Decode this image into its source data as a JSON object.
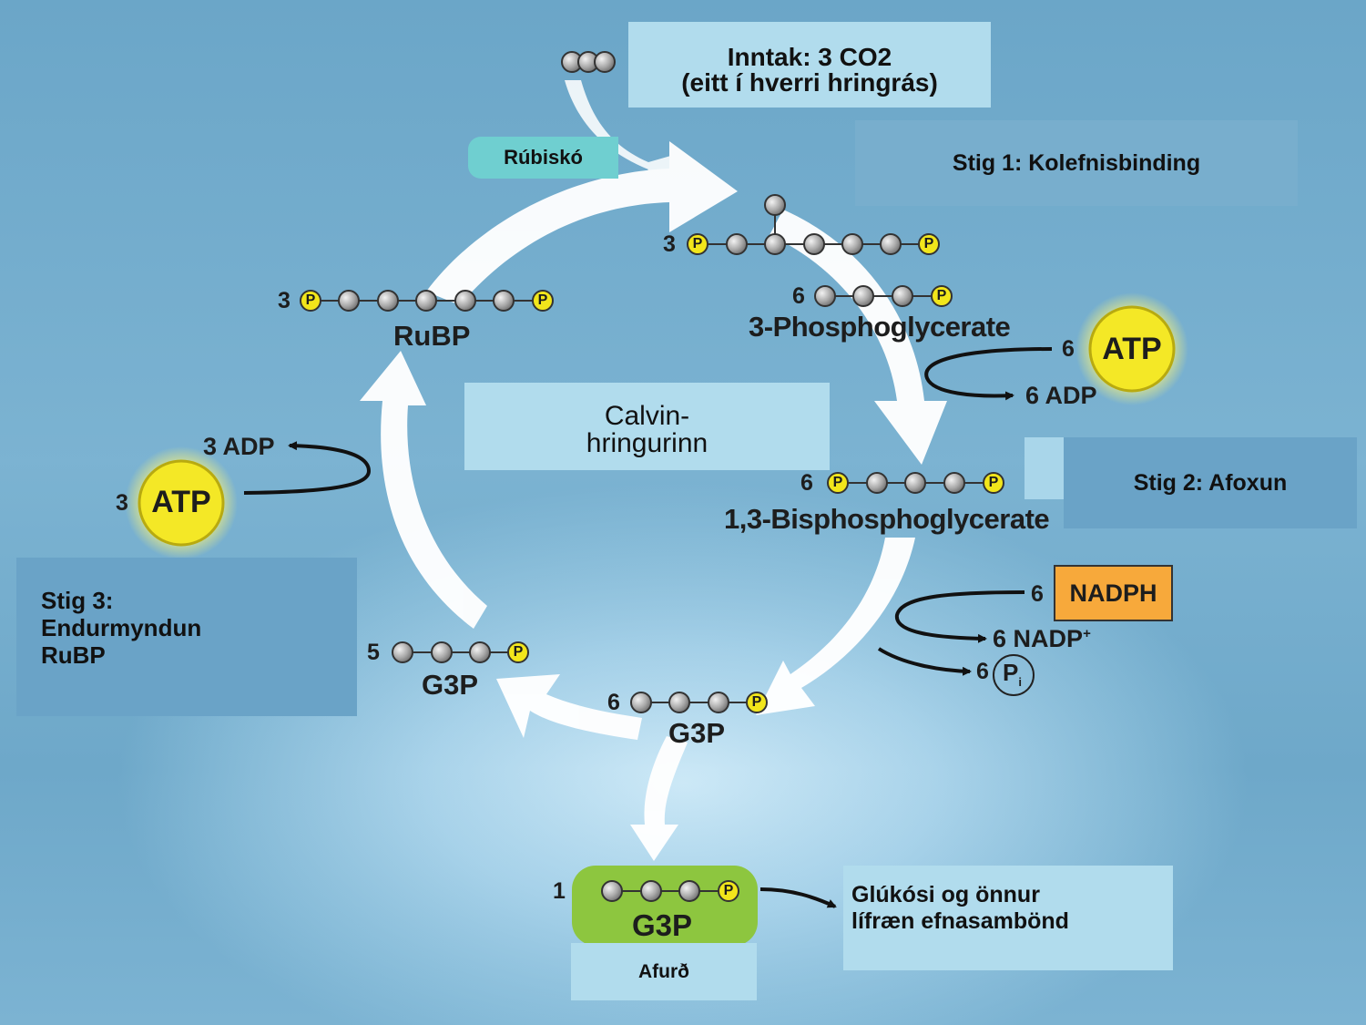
{
  "input": {
    "line1": "Inntak: 3 CO2",
    "line2": "(eitt í hverri hringrás)"
  },
  "enzyme": "Rúbiskó",
  "stage1": "Stig 1: Kolefnisbinding",
  "stage2": "Stig 2: Afoxun",
  "stage3": {
    "line1": "Stig 3:",
    "line2": "Endurmyndun",
    "line3": "RuBP"
  },
  "center": {
    "line1": "Calvin-",
    "line2": "hringurinn"
  },
  "molecules": {
    "intermediate_count": "3",
    "pga_count": "6",
    "pga_name": "3-Phosphoglycerate",
    "bpg_count": "6",
    "bpg_name": "1,3-Bisphosphoglycerate",
    "g3p_count": "6",
    "g3p_name": "G3P",
    "g3p_recycle_count": "5",
    "g3p_recycle_name": "G3P",
    "rubp_count": "3",
    "rubp_name": "RuBP",
    "product_count": "1",
    "product_name": "G3P",
    "phosphate": "P"
  },
  "energy": {
    "atp1_count": "6",
    "atp1": "ATP",
    "adp1": "6 ADP",
    "nadph_count": "6",
    "nadph": "NADPH",
    "nadp_count": "6",
    "nadp": "NADP",
    "nadp_sup": "+",
    "pi_count": "6",
    "pi": "P",
    "pi_sub": "i",
    "atp3_count": "3",
    "atp3": "ATP",
    "adp3": "3 ADP"
  },
  "output": {
    "line1": "Glúkósi og önnur",
    "line2": "lífræn efnasambönd"
  },
  "product_label": "Afurð",
  "colors": {
    "phosphate": "#f2e61b",
    "carbon": "#a9a9a9",
    "atp": "#f4e826",
    "nadph": "#f7a93b",
    "product": "#8dc63f",
    "panel": "#a9d6ea",
    "enzyme": "#6fcfd0"
  }
}
